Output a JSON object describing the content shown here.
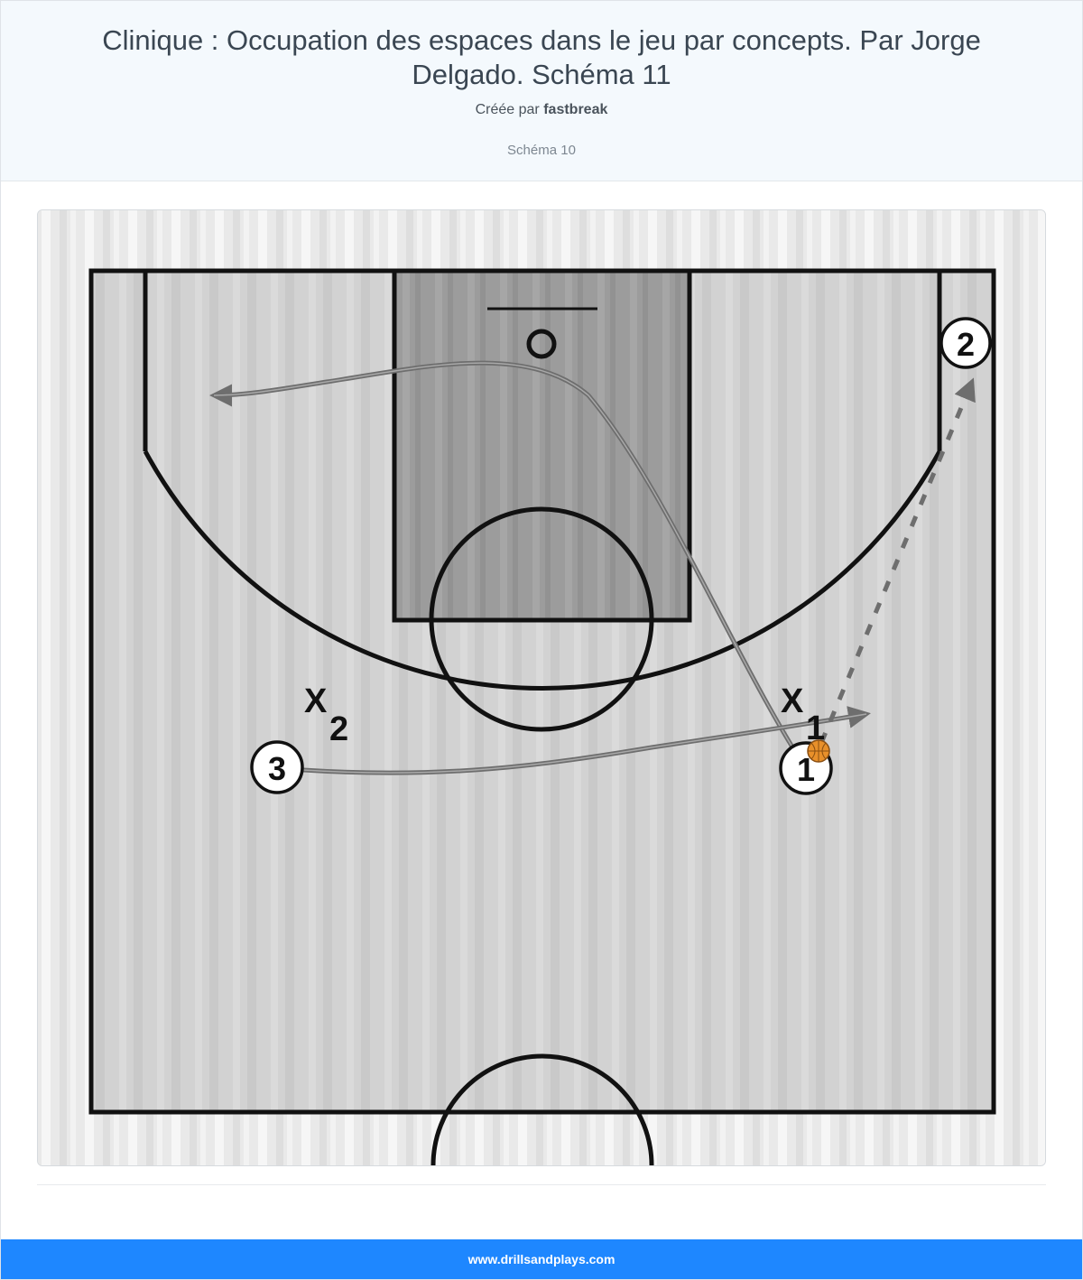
{
  "header": {
    "title": "Clinique : Occupation des espaces dans le jeu par concepts. Par Jorge Delgado. Schéma 11",
    "created_by_prefix": "Créée par",
    "author": "fastbreak",
    "subtitle": "Schéma 10"
  },
  "diagram": {
    "players": [
      {
        "label": "1",
        "has_ball": true
      },
      {
        "label": "2",
        "has_ball": false
      },
      {
        "label": "3",
        "has_ball": false
      }
    ],
    "defenders": [
      {
        "mark": "X",
        "number": "1"
      },
      {
        "mark": "X",
        "number": "2"
      }
    ],
    "actions": [
      {
        "type": "cut",
        "from": "1",
        "to": "left-corner"
      },
      {
        "type": "cut",
        "from": "3",
        "to": "right-wing"
      },
      {
        "type": "pass",
        "from": "1",
        "to": "2"
      }
    ],
    "colors": {
      "court_fill": "#d0d0d0",
      "paint_fill": "#9a9a9a",
      "line": "#111111",
      "arrow": "#6e6e6e",
      "ball": "#e8902a"
    }
  },
  "footer": {
    "site": "www.drillsandplays.com"
  }
}
